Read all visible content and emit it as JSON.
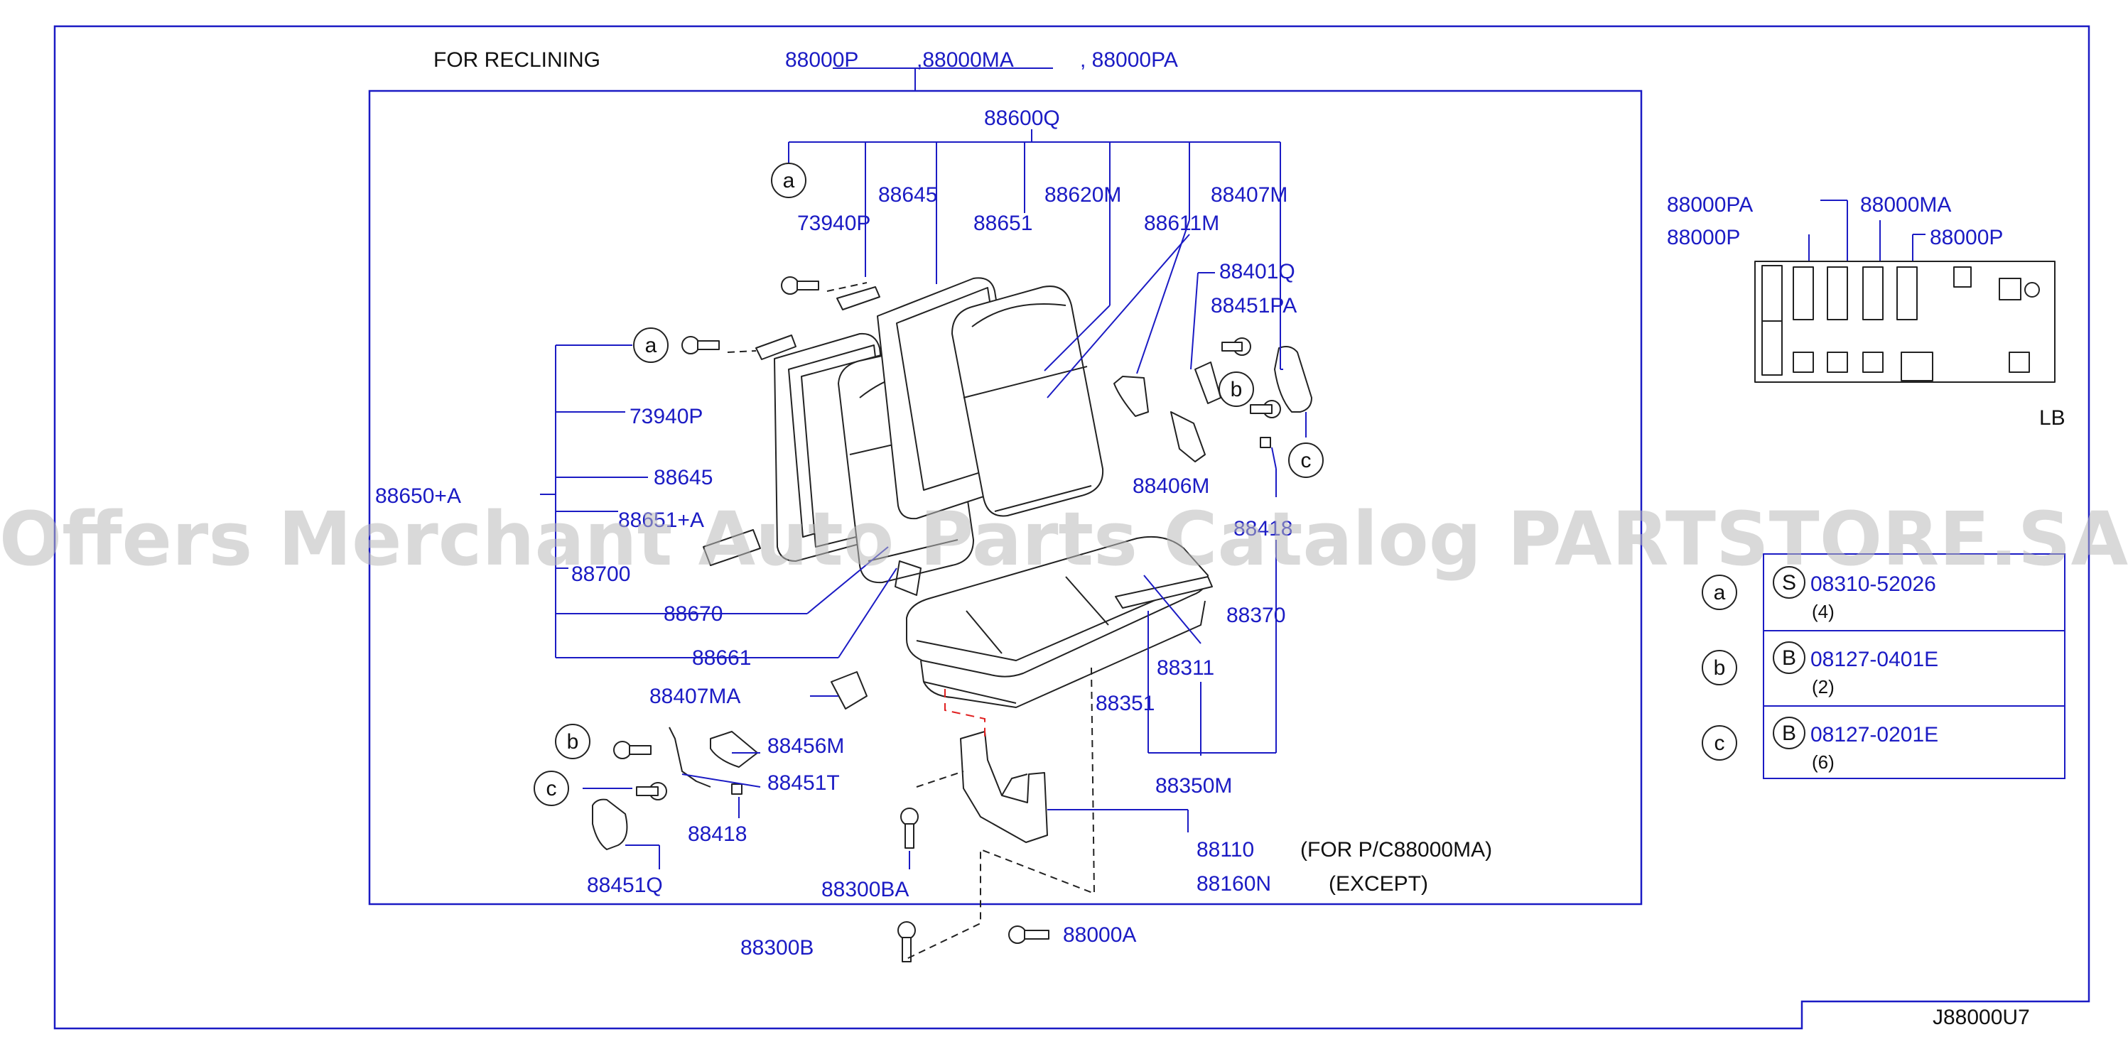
{
  "header": {
    "for_reclining": "FOR  RECLINING",
    "pn_p": "88000P",
    "pn_ma": ",88000MA",
    "pn_pa": ", 88000PA"
  },
  "labels": {
    "l88600Q": "88600Q",
    "l88645a": "88645",
    "l88620M": "88620M",
    "l88407M": "88407M",
    "l73940Pa": "73940P",
    "l88651": "88651",
    "l88611M": "88611M",
    "l88401Q": "88401Q",
    "l88451PA": "88451PA",
    "l73940Pb": "73940P",
    "l88650A": "88650+A",
    "l88645b": "88645",
    "l88651A": "88651+A",
    "l88700": "88700",
    "l88670": "88670",
    "l88661": "88661",
    "l88407MA": "88407MA",
    "l88406M": "88406M",
    "l88418a": "88418",
    "l88370": "88370",
    "l88311": "88311",
    "l88351": "88351",
    "l88350M": "88350M",
    "l88456M": "88456M",
    "l88451T": "88451T",
    "l88418b": "88418",
    "l88451Q": "88451Q",
    "l88300BA": "88300BA",
    "l88110": "88110",
    "l88110note": "(FOR  P/C88000MA)",
    "l88160N": "88160N",
    "l88160Nnote": "(EXCEPT)",
    "l88300B": "88300B",
    "l88000A": "88000A"
  },
  "callouts": {
    "a": "a",
    "b": "b",
    "c": "c"
  },
  "layout_inset": {
    "pa": "88000PA",
    "ma": "88000MA",
    "p1": "88000P",
    "p2": "88000P",
    "lb": "LB"
  },
  "fastener_legend": [
    {
      "key": "a",
      "type": "S",
      "part": "08310-52026",
      "qty": "(4)"
    },
    {
      "key": "b",
      "type": "B",
      "part": "08127-0401E",
      "qty": "(2)"
    },
    {
      "key": "c",
      "type": "B",
      "part": "08127-0201E",
      "qty": "(6)"
    }
  ],
  "watermark": "Offers Merchant Auto Parts Catalog PARTSTORE.SA",
  "diagram_code": "J88000U7",
  "colors": {
    "part_number": "#1b1bc4",
    "frame": "#1b1bc4",
    "note_text": "#111111",
    "watermark": "#b9b9b9",
    "red_dash": "#e01f1f"
  }
}
